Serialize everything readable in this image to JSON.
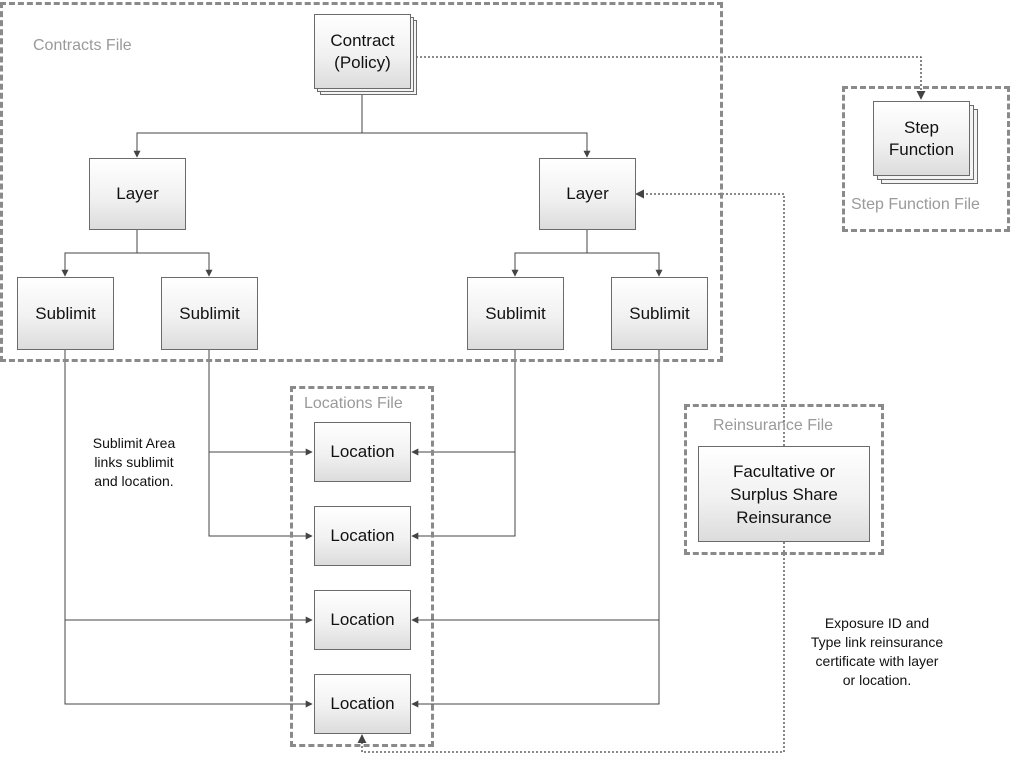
{
  "regions": {
    "contracts": "Contracts File",
    "step_function": "Step Function File",
    "locations": "Locations File",
    "reinsurance": "Reinsurance File"
  },
  "nodes": {
    "contract": "Contract\n(Policy)",
    "step_function": "Step\nFunction",
    "layer_left": "Layer",
    "layer_right": "Layer",
    "sublimit_1": "Sublimit",
    "sublimit_2": "Sublimit",
    "sublimit_3": "Sublimit",
    "sublimit_4": "Sublimit",
    "location_1": "Location",
    "location_2": "Location",
    "location_3": "Location",
    "location_4": "Location",
    "reinsurance": "Facultative or\nSurplus Share\nReinsurance"
  },
  "annotations": {
    "sublimit_area": "Sublimit Area\nlinks sublimit\nand location.",
    "exposure_id": "Exposure ID and\nType link reinsurance\ncertificate with layer\nor location."
  },
  "colors": {
    "region_border": "#8a8a8a",
    "region_label": "#9a9a9a",
    "connector": "#444444"
  }
}
